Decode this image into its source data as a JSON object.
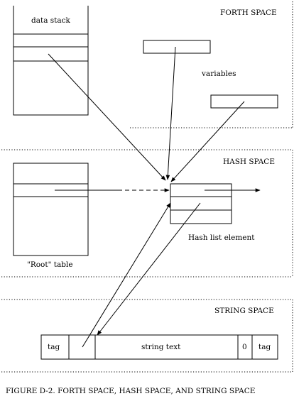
{
  "regions": {
    "forth_space": "FORTH SPACE",
    "hash_space": "HASH SPACE",
    "string_space": "STRING SPACE"
  },
  "labels": {
    "data_stack": "data stack",
    "variables": "variables",
    "root_table": "\"Root\" table",
    "hash_list_element": "Hash list element"
  },
  "string_record": {
    "tag_left": "tag",
    "string_text": "string text",
    "terminator": "0",
    "tag_right": "tag"
  },
  "caption": "FIGURE D-2.  FORTH SPACE, HASH SPACE, AND STRING SPACE"
}
